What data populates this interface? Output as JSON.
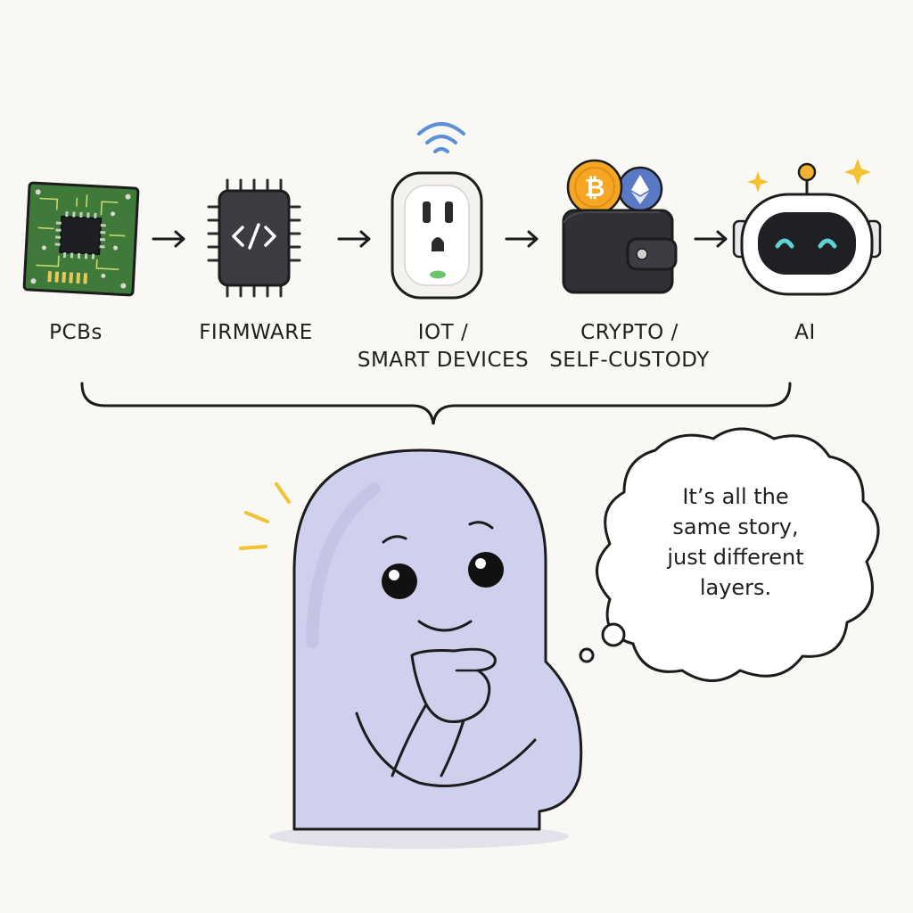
{
  "stages": [
    {
      "id": "pcbs",
      "line1": "PCBs",
      "line2": "",
      "icon": "pcb-icon"
    },
    {
      "id": "firmware",
      "line1": "FIRMWARE",
      "line2": "",
      "icon": "chip-code-icon"
    },
    {
      "id": "iot",
      "line1": "IOT /",
      "line2": "SMART DEVICES",
      "icon": "smart-plug-icon"
    },
    {
      "id": "crypto",
      "line1": "CRYPTO /",
      "line2": "SELF-CUSTODY",
      "icon": "wallet-icon"
    },
    {
      "id": "ai",
      "line1": "AI",
      "line2": "",
      "icon": "robot-icon"
    }
  ],
  "arrows": [
    "arrow-right-icon",
    "arrow-right-icon",
    "arrow-right-icon",
    "arrow-right-icon"
  ],
  "thought": {
    "line1": "It’s all the",
    "line2": "same story,",
    "line3": "just different",
    "line4": "layers."
  },
  "colors": {
    "background": "#faf8f5",
    "character_body": "#cfd0ee",
    "pcb_green": "#3f7a3a",
    "chip_dark": "#3b3d42",
    "wifi_blue": "#5b8fd6",
    "bitcoin_orange": "#f5a623",
    "ethereum_blue": "#5a79c4",
    "sparkle_yellow": "#f2c230",
    "robot_eye_teal": "#5fd3d3"
  }
}
